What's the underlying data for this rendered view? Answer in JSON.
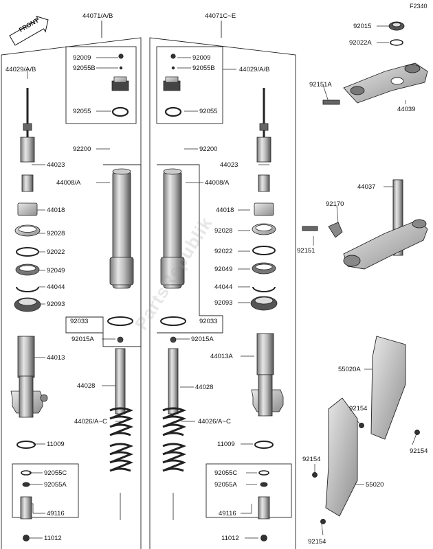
{
  "figure_code": "F2340",
  "front_badge": "FRONT",
  "watermark": "PartsRepublik",
  "labels": {
    "l_44071ab": "44071/A/B",
    "l_44071ce": "44071C~E",
    "l_44029_l": "44029/A/B",
    "l_44029_r": "44029/A/B",
    "l_92009_l": "92009",
    "l_92009_r": "92009",
    "l_92055b_l": "92055B",
    "l_92055b_r": "92055B",
    "l_92055_l": "92055",
    "l_92055_r": "92055",
    "l_92200_l": "92200",
    "l_92200_r": "92200",
    "l_44023_l": "44023",
    "l_44023_r": "44023",
    "l_44008_l": "44008/A",
    "l_44008_r": "44008/A",
    "l_44018_l": "44018",
    "l_44018_r": "44018",
    "l_92028_l": "92028",
    "l_92028_r": "92028",
    "l_92022_l": "92022",
    "l_92022_r": "92022",
    "l_92049_l": "92049",
    "l_92049_r": "92049",
    "l_44044_l": "44044",
    "l_44044_r": "44044",
    "l_92093_l": "92093",
    "l_92093_r": "92093",
    "l_92033_l": "92033",
    "l_92033_r": "92033",
    "l_92015a_l": "92015A",
    "l_92015a_r": "92015A",
    "l_44013": "44013",
    "l_44013a": "44013A",
    "l_44028_l": "44028",
    "l_44028_r": "44028",
    "l_44026_l": "44026/A~C",
    "l_44026_r": "44026/A~C",
    "l_11009_l": "11009",
    "l_11009_r": "11009",
    "l_92055c_l": "92055C",
    "l_92055c_r": "92055C",
    "l_92055a_l": "92055A",
    "l_92055a_r": "92055A",
    "l_49116_l": "49116",
    "l_49116_r": "49116",
    "l_11012_l": "11012",
    "l_11012_r": "11012",
    "l_92015": "92015",
    "l_92022a": "92022A",
    "l_92151a": "92151A",
    "l_44039": "44039",
    "l_44037": "44037",
    "l_92170": "92170",
    "l_92151": "92151",
    "l_55020a": "55020A",
    "l_55020": "55020",
    "l_92154_a": "92154",
    "l_92154_b": "92154",
    "l_92154_c": "92154",
    "l_92154_d": "92154"
  }
}
